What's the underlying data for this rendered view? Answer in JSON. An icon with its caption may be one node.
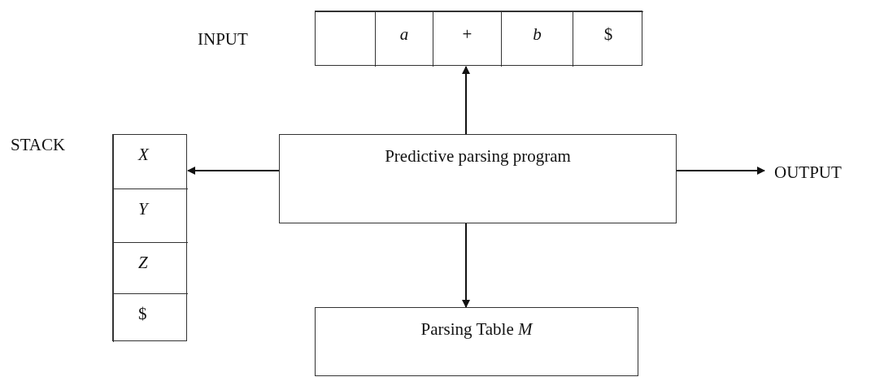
{
  "diagram": {
    "nodes": [
      {
        "text": [
          "INPUT"
        ]
      },
      {
        "text": [],
        "shape": "box",
        "in": 0
      },
      {
        "text": [
          "a"
        ],
        "in": 0
      },
      {
        "text": [
          "+"
        ],
        "in": 0
      },
      {
        "text": [
          "b"
        ],
        "in": 0
      },
      {
        "text": [
          "$"
        ],
        "in": 0
      },
      {
        "text": [
          "STACK"
        ]
      },
      {
        "text": [
          "X"
        ],
        "in": 6
      },
      {
        "text": [
          "Y"
        ],
        "in": 6
      },
      {
        "text": [
          "Z"
        ],
        "in": 6
      },
      {
        "text": [
          "$"
        ],
        "in": 6
      },
      {
        "text": [
          "Predictive parsing program"
        ]
      },
      {
        "text": [
          "OUTPUT"
        ]
      },
      {
        "text": [
          "Parsing Table *M*"
        ]
      }
    ],
    "edges": [
      {
        "from": 11,
        "to": 3,
        "arrow": "to"
      },
      {
        "from": 11,
        "to": 7,
        "arrow": "to"
      },
      {
        "from": 11,
        "to": 12,
        "arrow": "to"
      },
      {
        "from": 11,
        "to": 13,
        "arrow": "to"
      }
    ]
  }
}
